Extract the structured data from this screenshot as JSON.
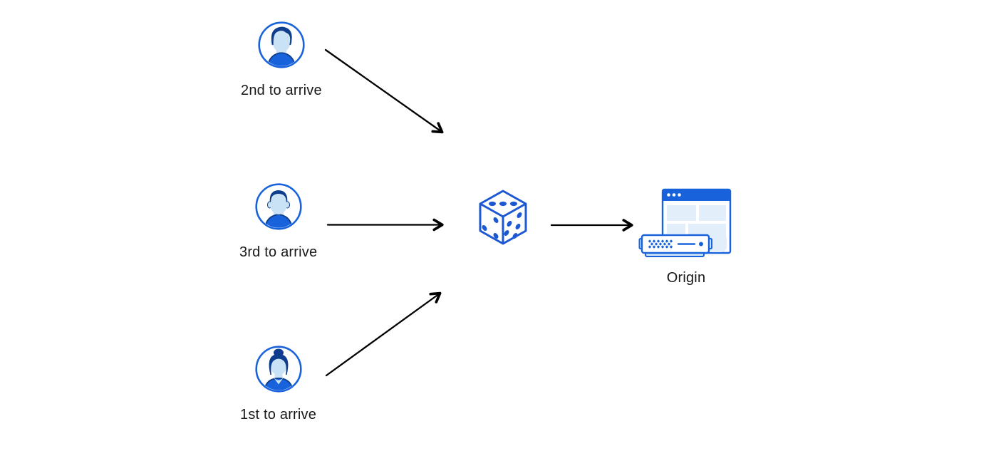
{
  "nodes": {
    "visitor_2nd": {
      "label": "2nd to arrive",
      "icon": "male-avatar"
    },
    "visitor_3rd": {
      "label": "3rd to arrive",
      "icon": "male-avatar"
    },
    "visitor_1st": {
      "label": "1st to arrive",
      "icon": "female-avatar"
    },
    "random_picker": {
      "icon": "dice"
    },
    "origin": {
      "label": "Origin",
      "icon": "server-with-browser-window"
    }
  },
  "edges": [
    {
      "from": "visitor_2nd",
      "to": "random_picker"
    },
    {
      "from": "visitor_3rd",
      "to": "random_picker"
    },
    {
      "from": "visitor_1st",
      "to": "random_picker"
    },
    {
      "from": "random_picker",
      "to": "origin"
    }
  ],
  "colors": {
    "accent_blue": "#1863dc",
    "dark_navy": "#0d3d8c",
    "light_blue": "#cfe5f7",
    "pale_blue": "#e2eef9",
    "arrow_black": "#000000",
    "text": "#17181a",
    "background": "#ffffff"
  }
}
